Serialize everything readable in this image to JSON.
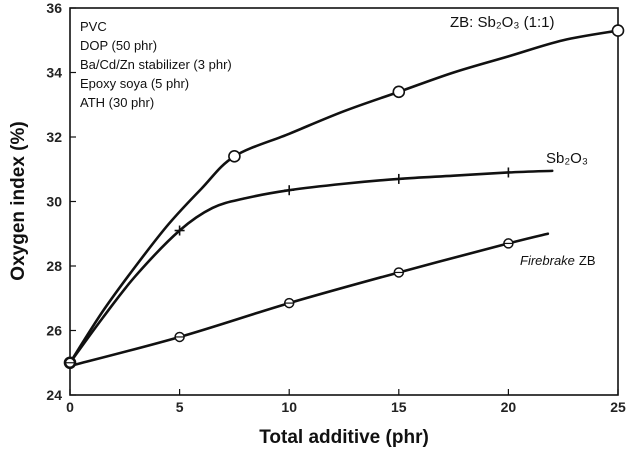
{
  "chart_data": {
    "type": "line",
    "xlabel": "Total additive (phr)",
    "ylabel": "Oxygen index (%)",
    "xlim": [
      0,
      25
    ],
    "ylim": [
      24,
      36
    ],
    "xticks": [
      0,
      5,
      10,
      15,
      20,
      25
    ],
    "yticks": [
      24,
      26,
      28,
      30,
      32,
      34,
      36
    ],
    "grid": false,
    "composition_notes": [
      "PVC",
      "DOP (50 phr)",
      "Ba/Cd/Zn stabilizer (3 phr)",
      "Epoxy soya (5 phr)",
      "ATH (30 phr)"
    ],
    "series": [
      {
        "name": "ZB: Sb₂O₃ (1:1)",
        "marker": "open-circle",
        "points": [
          [
            0,
            25.0
          ],
          [
            7.5,
            31.4
          ],
          [
            15,
            33.4
          ],
          [
            25,
            35.3
          ]
        ],
        "curve": [
          [
            0,
            25.0
          ],
          [
            1.5,
            26.6
          ],
          [
            3,
            28.0
          ],
          [
            4.5,
            29.3
          ],
          [
            6,
            30.4
          ],
          [
            7.5,
            31.4
          ],
          [
            10,
            32.1
          ],
          [
            12.5,
            32.8
          ],
          [
            15,
            33.4
          ],
          [
            17.5,
            34.0
          ],
          [
            20,
            34.5
          ],
          [
            22.5,
            35.0
          ],
          [
            25,
            35.3
          ]
        ]
      },
      {
        "name": "Sb₂O₃",
        "marker": "plus",
        "points": [
          [
            0,
            25.0
          ],
          [
            5,
            29.1
          ],
          [
            10,
            30.35
          ],
          [
            15,
            30.7
          ],
          [
            20,
            30.9
          ]
        ],
        "curve": [
          [
            0,
            25.0
          ],
          [
            1.5,
            26.4
          ],
          [
            3,
            27.7
          ],
          [
            5,
            29.1
          ],
          [
            6.5,
            29.8
          ],
          [
            8,
            30.1
          ],
          [
            10,
            30.35
          ],
          [
            12.5,
            30.55
          ],
          [
            15,
            30.7
          ],
          [
            17.5,
            30.8
          ],
          [
            20,
            30.9
          ],
          [
            22,
            30.95
          ]
        ]
      },
      {
        "name": "Firebrake ZB",
        "name_parts": [
          "Firebrake",
          "ZB"
        ],
        "marker": "circle-cross",
        "points": [
          [
            0,
            25.0
          ],
          [
            5,
            25.8
          ],
          [
            10,
            26.85
          ],
          [
            15,
            27.8
          ],
          [
            20,
            28.7
          ]
        ],
        "curve": [
          [
            0,
            24.9
          ],
          [
            5,
            25.8
          ],
          [
            10,
            26.85
          ],
          [
            15,
            27.8
          ],
          [
            20,
            28.7
          ],
          [
            21.8,
            29.0
          ]
        ]
      }
    ]
  }
}
